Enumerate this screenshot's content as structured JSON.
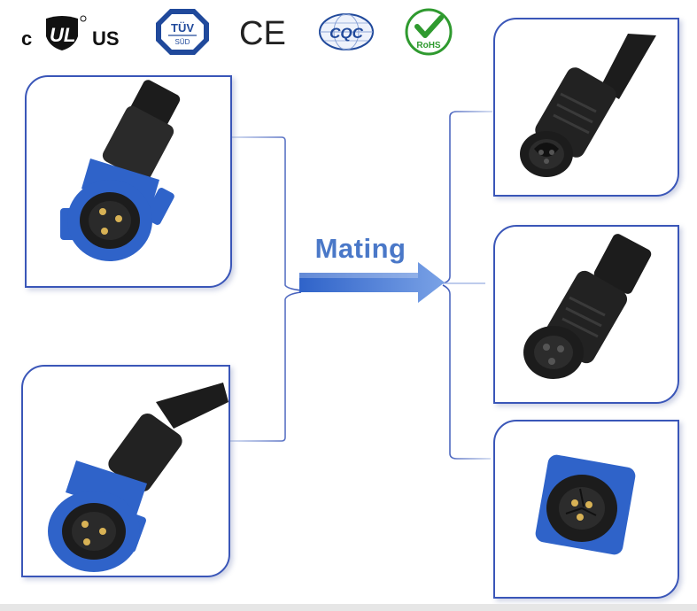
{
  "certifications": {
    "ul": {
      "prefix": "c",
      "suffix": "US",
      "mark": "UL"
    },
    "tuv": {
      "top": "TÜV",
      "bottom": "SÜD"
    },
    "ce": {
      "mark": "CE"
    },
    "cqc": {
      "mark": "CQC"
    },
    "rohs": {
      "mark": "RoHS"
    }
  },
  "diagram": {
    "center_label": "Mating"
  },
  "colors": {
    "card_border": "#3a56b8",
    "connector_blue": "#2f63c9",
    "connector_black": "#1c1c1c",
    "arrow": "#4d7fd6",
    "label": "#4a78c8",
    "rohs_green": "#2f9a2f",
    "tuv_blue": "#20499b"
  }
}
